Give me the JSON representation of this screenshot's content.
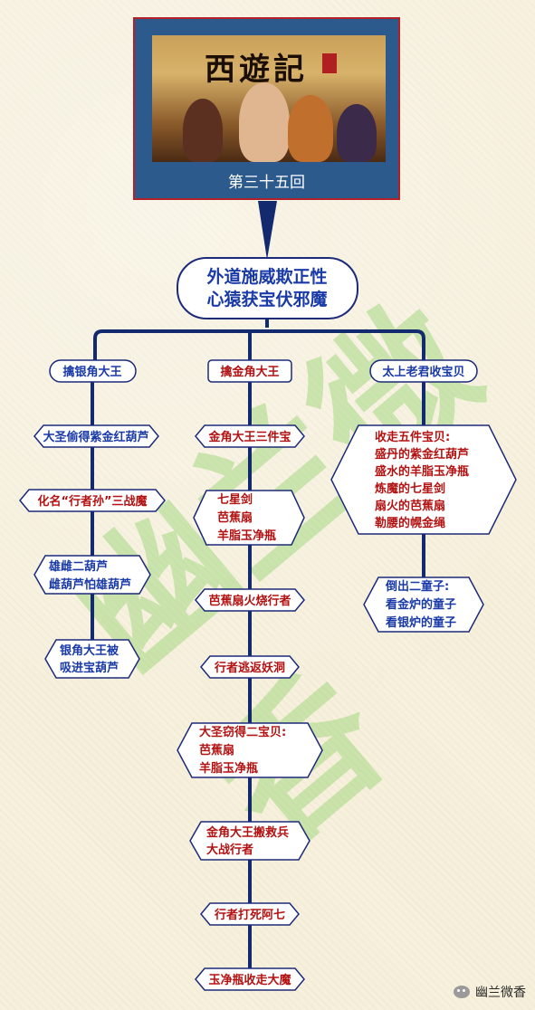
{
  "header": {
    "poster_title": "西遊記",
    "episode": "第三十五回"
  },
  "title": {
    "line1": "外道施威欺正性",
    "line2": "心猿获宝伏邪魔"
  },
  "branches": [
    {
      "id": "left",
      "label": "擒银角大王",
      "steps": [
        {
          "lines": [
            "大圣偷得紫金红葫芦"
          ],
          "color": "blue"
        },
        {
          "lines": [
            "化名“行者孙”三战魔"
          ],
          "color": "red"
        },
        {
          "lines": [
            "雄雌二葫芦",
            "雌葫芦怕雄葫芦"
          ],
          "color": "blue"
        },
        {
          "lines": [
            "银角大王被",
            "吸进宝葫芦"
          ],
          "color": "blue"
        }
      ]
    },
    {
      "id": "center",
      "label": "擒金角大王",
      "steps": [
        {
          "lines": [
            "金角大王三件宝"
          ],
          "color": "red"
        },
        {
          "lines": [
            "七星剑",
            "芭蕉扇",
            "羊脂玉净瓶"
          ],
          "color": "red"
        },
        {
          "lines": [
            "芭蕉扇火烧行者"
          ],
          "color": "red"
        },
        {
          "lines": [
            "行者逃返妖洞"
          ],
          "color": "red"
        },
        {
          "lines": [
            "大圣窃得二宝贝:",
            "芭蕉扇",
            "羊脂玉净瓶"
          ],
          "color": "red"
        },
        {
          "lines": [
            "金角大王搬救兵",
            "大战行者"
          ],
          "color": "red"
        },
        {
          "lines": [
            "行者打死阿七"
          ],
          "color": "red"
        },
        {
          "lines": [
            "玉净瓶收走大魔"
          ],
          "color": "red"
        }
      ]
    },
    {
      "id": "right",
      "label": "太上老君收宝贝",
      "steps": [
        {
          "lines": [
            "收走五件宝贝:",
            "盛丹的紫金红葫芦",
            "盛水的羊脂玉净瓶",
            "炼魔的七星剑",
            "扇火的芭蕉扇",
            "勒腰的幌金绳"
          ],
          "color": "red"
        },
        {
          "lines": [
            "倒出二童子:",
            "看金炉的童子",
            "看银炉的童子"
          ],
          "color": "blue"
        }
      ]
    }
  ],
  "watermark": "幽兰微香",
  "footer": {
    "account": "幽兰微香"
  },
  "colors": {
    "node_border": "#1c2a7a",
    "connector": "#142a6e",
    "blue_text": "#1a3aa8",
    "red_text": "#b31212",
    "header_bg": "#2d5a8c",
    "header_border": "#b2202a"
  }
}
